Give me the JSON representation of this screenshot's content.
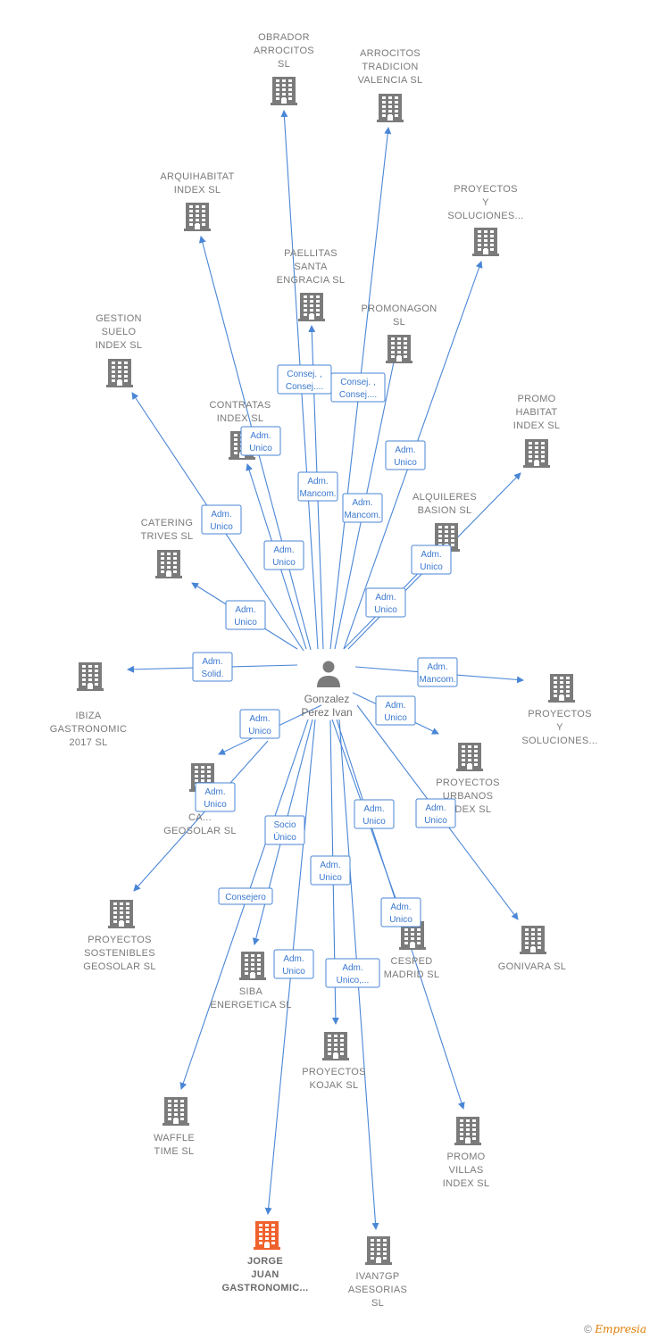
{
  "center": {
    "name_lines": [
      "Gonzalez",
      "Perez Ivan"
    ]
  },
  "nodes": [
    {
      "id": "obrador",
      "lines": [
        "OBRADOR",
        "ARROCITOS",
        "SL"
      ]
    },
    {
      "id": "arrocitos",
      "lines": [
        "ARROCITOS",
        "TRADICION",
        "VALENCIA  SL"
      ]
    },
    {
      "id": "arquihabitat",
      "lines": [
        "ARQUIHABITAT",
        "INDEX  SL"
      ]
    },
    {
      "id": "proyectos_sol_top",
      "lines": [
        "PROYECTOS",
        "Y",
        "SOLUCIONES..."
      ]
    },
    {
      "id": "paellitas",
      "lines": [
        "PAELLITAS",
        "SANTA",
        "ENGRACIA  SL"
      ]
    },
    {
      "id": "promonagon",
      "lines": [
        "PROMONAGON",
        "SL"
      ]
    },
    {
      "id": "gestion",
      "lines": [
        "GESTION",
        "SUELO",
        "INDEX  SL"
      ]
    },
    {
      "id": "promo_habitat",
      "lines": [
        "PROMO",
        "HABITAT",
        "INDEX  SL"
      ]
    },
    {
      "id": "contratas",
      "lines": [
        "CONTRATAS",
        "INDEX  SL"
      ]
    },
    {
      "id": "alquileres",
      "lines": [
        "ALQUILERES",
        "BASION  SL"
      ]
    },
    {
      "id": "catering",
      "lines": [
        "CATERING",
        "TRIVES  SL"
      ]
    },
    {
      "id": "ibiza",
      "lines": [
        "IBIZA",
        "GASTRONOMIC",
        "2017  SL"
      ]
    },
    {
      "id": "proyectos_sol_right",
      "lines": [
        "PROYECTOS",
        "Y",
        "SOLUCIONES..."
      ]
    },
    {
      "id": "proyectos_urbanos",
      "lines": [
        "PROYECTOS",
        "URBANOS",
        "INDEX  SL"
      ]
    },
    {
      "id": "ca_geosolar",
      "lines": [
        "CA...",
        "GEOSOLAR  SL"
      ]
    },
    {
      "id": "proyectos_sost",
      "lines": [
        "PROYECTOS",
        "SOSTENIBLES",
        "GEOSOLAR  SL"
      ]
    },
    {
      "id": "siba",
      "lines": [
        "SIBA",
        "ENERGETICA SL"
      ]
    },
    {
      "id": "cesped",
      "lines": [
        "CESPED",
        "MADRID SL"
      ]
    },
    {
      "id": "gonivara",
      "lines": [
        "GONIVARA  SL"
      ]
    },
    {
      "id": "kojak",
      "lines": [
        "PROYECTOS",
        "KOJAK  SL"
      ]
    },
    {
      "id": "waffle",
      "lines": [
        "WAFFLE",
        "TIME  SL"
      ]
    },
    {
      "id": "promo_villas",
      "lines": [
        "PROMO",
        "VILLAS",
        "INDEX  SL"
      ]
    },
    {
      "id": "jorge_juan",
      "lines": [
        "JORGE",
        "JUAN",
        "GASTRONOMIC..."
      ],
      "highlight": true
    },
    {
      "id": "ivan7gp",
      "lines": [
        "IVAN7GP",
        "ASESORIAS",
        "SL"
      ]
    }
  ],
  "edges": [
    {
      "target": "obrador",
      "label": [
        "Consej. ,",
        "Consej...."
      ]
    },
    {
      "target": "arrocitos",
      "label": [
        "Adm.",
        "Mancom."
      ]
    },
    {
      "target": "arquihabitat",
      "label": [
        "Adm.",
        "Unico"
      ]
    },
    {
      "target": "proyectos_sol_top",
      "label": [
        "Adm.",
        "Unico"
      ]
    },
    {
      "target": "paellitas",
      "label": [
        "Adm.",
        "Mancom."
      ]
    },
    {
      "target": "promonagon",
      "label": [
        "Consej. ,",
        "Consej...."
      ]
    },
    {
      "target": "gestion",
      "label": [
        "Adm.",
        "Unico"
      ]
    },
    {
      "target": "promo_habitat",
      "label": [
        "Adm.",
        "Unico"
      ]
    },
    {
      "target": "contratas",
      "label": [
        "Adm.",
        "Unico"
      ]
    },
    {
      "target": "alquileres",
      "label": [
        "Adm.",
        "Unico"
      ]
    },
    {
      "target": "catering",
      "label": [
        "Adm.",
        "Unico"
      ]
    },
    {
      "target": "ibiza",
      "label": [
        "Adm.",
        "Solid."
      ]
    },
    {
      "target": "proyectos_sol_right",
      "label": [
        "Adm.",
        "Mancom."
      ]
    },
    {
      "target": "proyectos_urbanos",
      "label": [
        "Adm.",
        "Unico"
      ]
    },
    {
      "target": "ca_geosolar",
      "label": [
        "Adm.",
        "Unico"
      ]
    },
    {
      "target": "proyectos_sost",
      "label": [
        "Adm.",
        "Unico"
      ]
    },
    {
      "target": "siba",
      "label": [
        "Socio",
        "Único"
      ]
    },
    {
      "target": "cesped",
      "label": [
        "Adm.",
        "Unico"
      ]
    },
    {
      "target": "gonivara",
      "label": [
        "Adm.",
        "Unico"
      ]
    },
    {
      "target": "kojak",
      "label": [
        "Adm.",
        "Unico"
      ]
    },
    {
      "target": "waffle",
      "label": [
        "Consejero"
      ]
    },
    {
      "target": "promo_villas",
      "label": [
        "Adm.",
        "Unico"
      ]
    },
    {
      "target": "jorge_juan",
      "label": [
        "Adm.",
        "Unico"
      ]
    },
    {
      "target": "ivan7gp",
      "label": [
        "Adm.",
        "Unico,..."
      ]
    }
  ],
  "colors": {
    "edge": "#4a86d6",
    "building": "#7b7b7b",
    "highlight": "#f0622d",
    "person": "#7b7b7b"
  },
  "footer": {
    "symbol": "©",
    "brand": "Empresia"
  }
}
